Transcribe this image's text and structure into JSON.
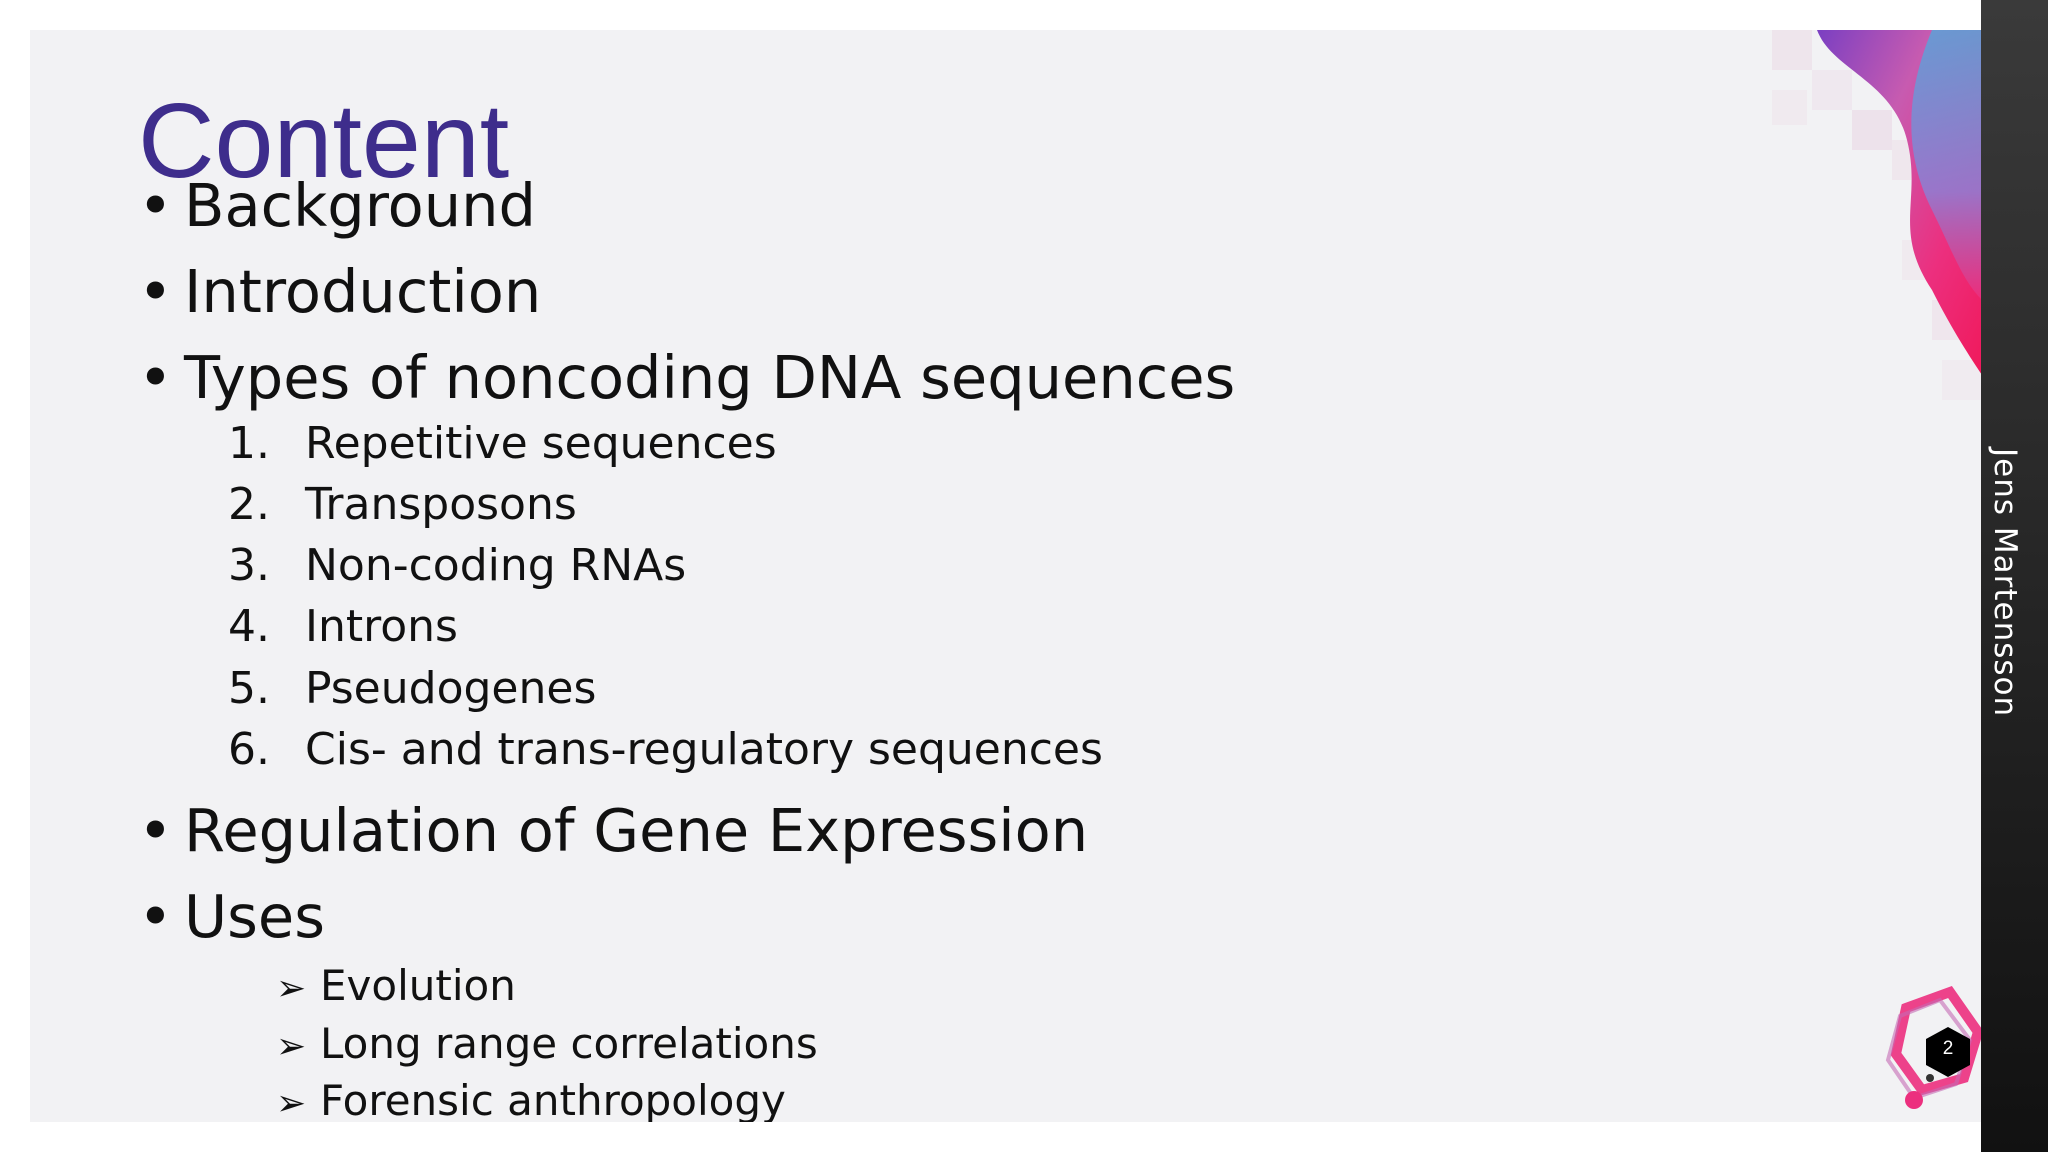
{
  "slide": {
    "title": "Content",
    "author": "Jens Martensson",
    "page_number": "2",
    "items": [
      {
        "text": "Background"
      },
      {
        "text": "Introduction"
      },
      {
        "text": "Types of noncoding DNA sequences"
      },
      {
        "text": "Regulation of Gene Expression"
      },
      {
        "text": "Uses"
      }
    ],
    "bullet_symbol": "•",
    "arrow_symbol": "➢",
    "numbered": [
      {
        "num": "1.",
        "text": "Repetitive sequences"
      },
      {
        "num": "2.",
        "text": "Transposons"
      },
      {
        "num": "3.",
        "text": "Non-coding RNAs"
      },
      {
        "num": "4.",
        "text": "Introns"
      },
      {
        "num": "5.",
        "text": "Pseudogenes"
      },
      {
        "num": "6.",
        "text": "Cis- and trans-regulatory sequences"
      }
    ],
    "uses": [
      {
        "text": "Evolution"
      },
      {
        "text": "Long range correlations"
      },
      {
        "text": "Forensic anthropology"
      }
    ]
  },
  "colors": {
    "title": "#3e2d8c",
    "accent_pink": "#ec2f7e",
    "accent_purple": "#7a3fc2",
    "accent_blue": "#5aa3d8",
    "sidebar": "#2a2a2a"
  }
}
